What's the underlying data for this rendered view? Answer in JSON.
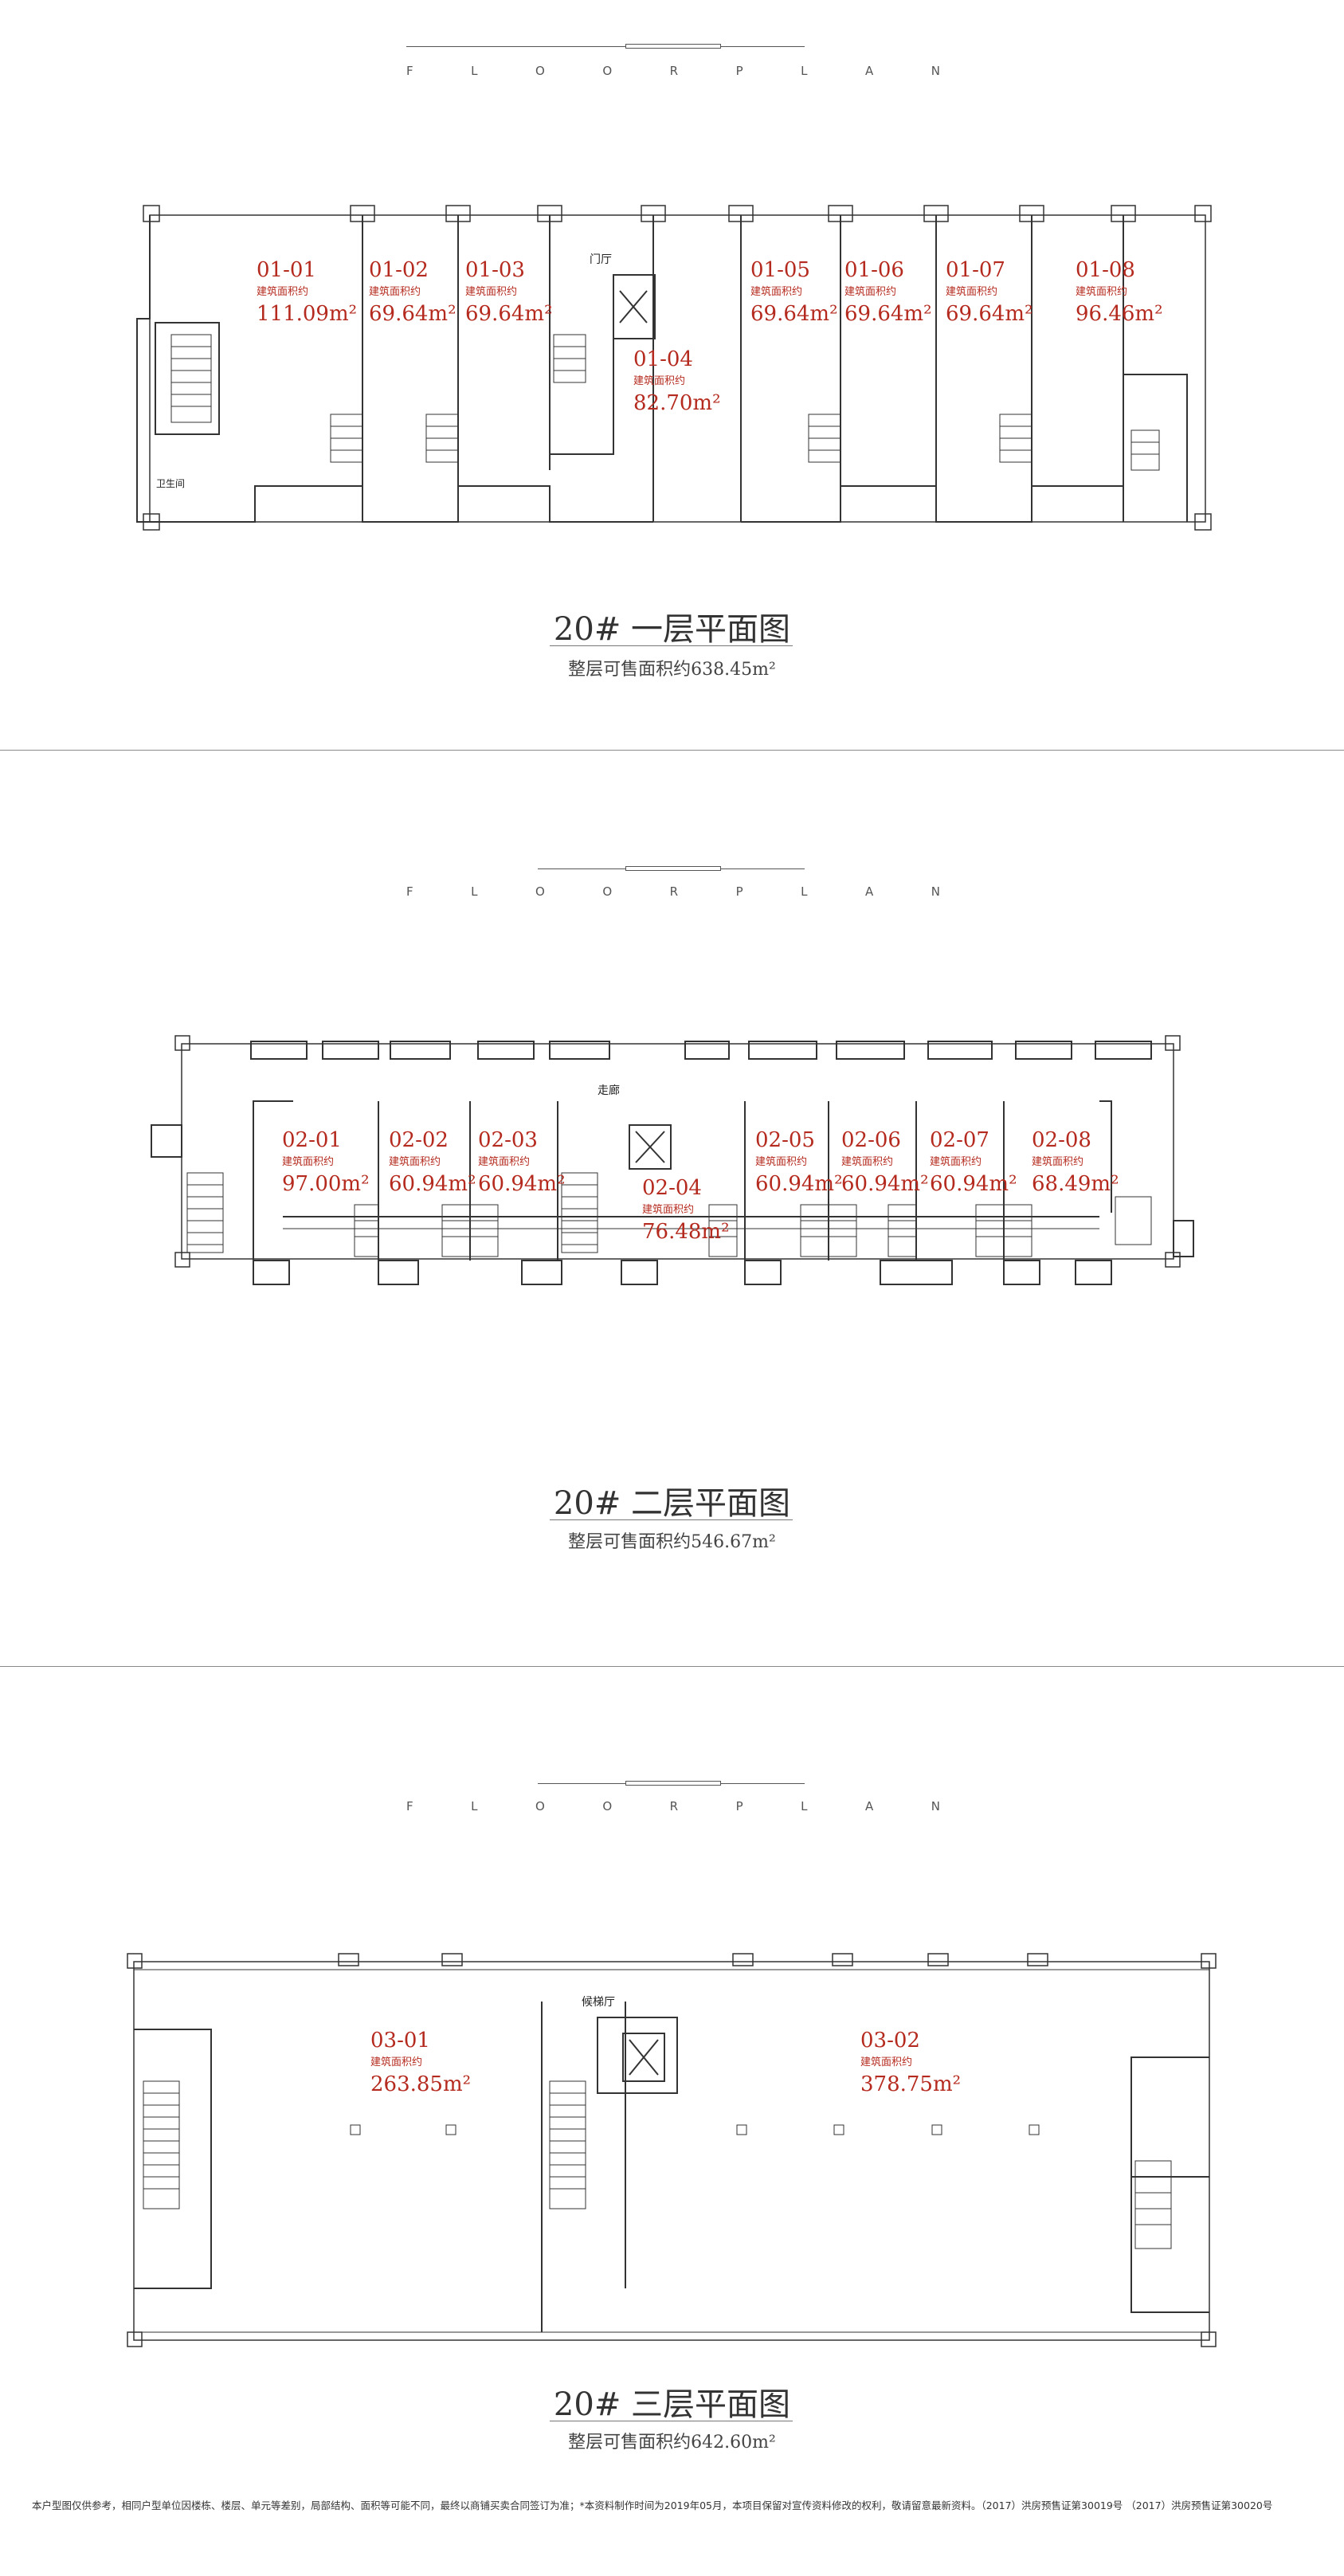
{
  "header_letters": [
    "F",
    "L",
    "O",
    "O",
    "R",
    "P",
    "L",
    "A",
    "N"
  ],
  "area_label": "建筑面积约",
  "floor1": {
    "title": "20# 一层平面图",
    "subtitle": "整层可售面积约638.45m²",
    "rooms": {
      "lobby": "门厅",
      "toilet": "卫生间"
    },
    "units": [
      {
        "code": "01-01",
        "area": "111.09m²"
      },
      {
        "code": "01-02",
        "area": "69.64m²"
      },
      {
        "code": "01-03",
        "area": "69.64m²"
      },
      {
        "code": "01-04",
        "area": "82.70m²"
      },
      {
        "code": "01-05",
        "area": "69.64m²"
      },
      {
        "code": "01-06",
        "area": "69.64m²"
      },
      {
        "code": "01-07",
        "area": "69.64m²"
      },
      {
        "code": "01-08",
        "area": "96.46m²"
      }
    ]
  },
  "floor2": {
    "title": "20# 二层平面图",
    "subtitle": "整层可售面积约546.67m²",
    "rooms": {
      "corridor": "走廊"
    },
    "units": [
      {
        "code": "02-01",
        "area": "97.00m²"
      },
      {
        "code": "02-02",
        "area": "60.94m²"
      },
      {
        "code": "02-03",
        "area": "60.94m²"
      },
      {
        "code": "02-04",
        "area": "76.48m²"
      },
      {
        "code": "02-05",
        "area": "60.94m²"
      },
      {
        "code": "02-06",
        "area": "60.94m²"
      },
      {
        "code": "02-07",
        "area": "60.94m²"
      },
      {
        "code": "02-08",
        "area": "68.49m²"
      }
    ]
  },
  "floor3": {
    "title": "20# 三层平面图",
    "subtitle": "整层可售面积约642.60m²",
    "rooms": {
      "waiting_hall": "候梯厅"
    },
    "units": [
      {
        "code": "03-01",
        "area": "263.85m²"
      },
      {
        "code": "03-02",
        "area": "378.75m²"
      }
    ]
  },
  "footnote": "本户型图仅供参考，相同户型单位因楼栋、楼层、单元等差别，局部结构、面积等可能不同，最终以商铺买卖合同签订为准；*本资料制作时间为2019年05月，本项目保留对宣传资料修改的权利，敬请留意最新资料。（2017）洪房预售证第30019号 （2017）洪房预售证第30020号",
  "colors": {
    "unit_text": "#b52a1e",
    "wall": "#333333",
    "divider": "#8a8a8a"
  }
}
